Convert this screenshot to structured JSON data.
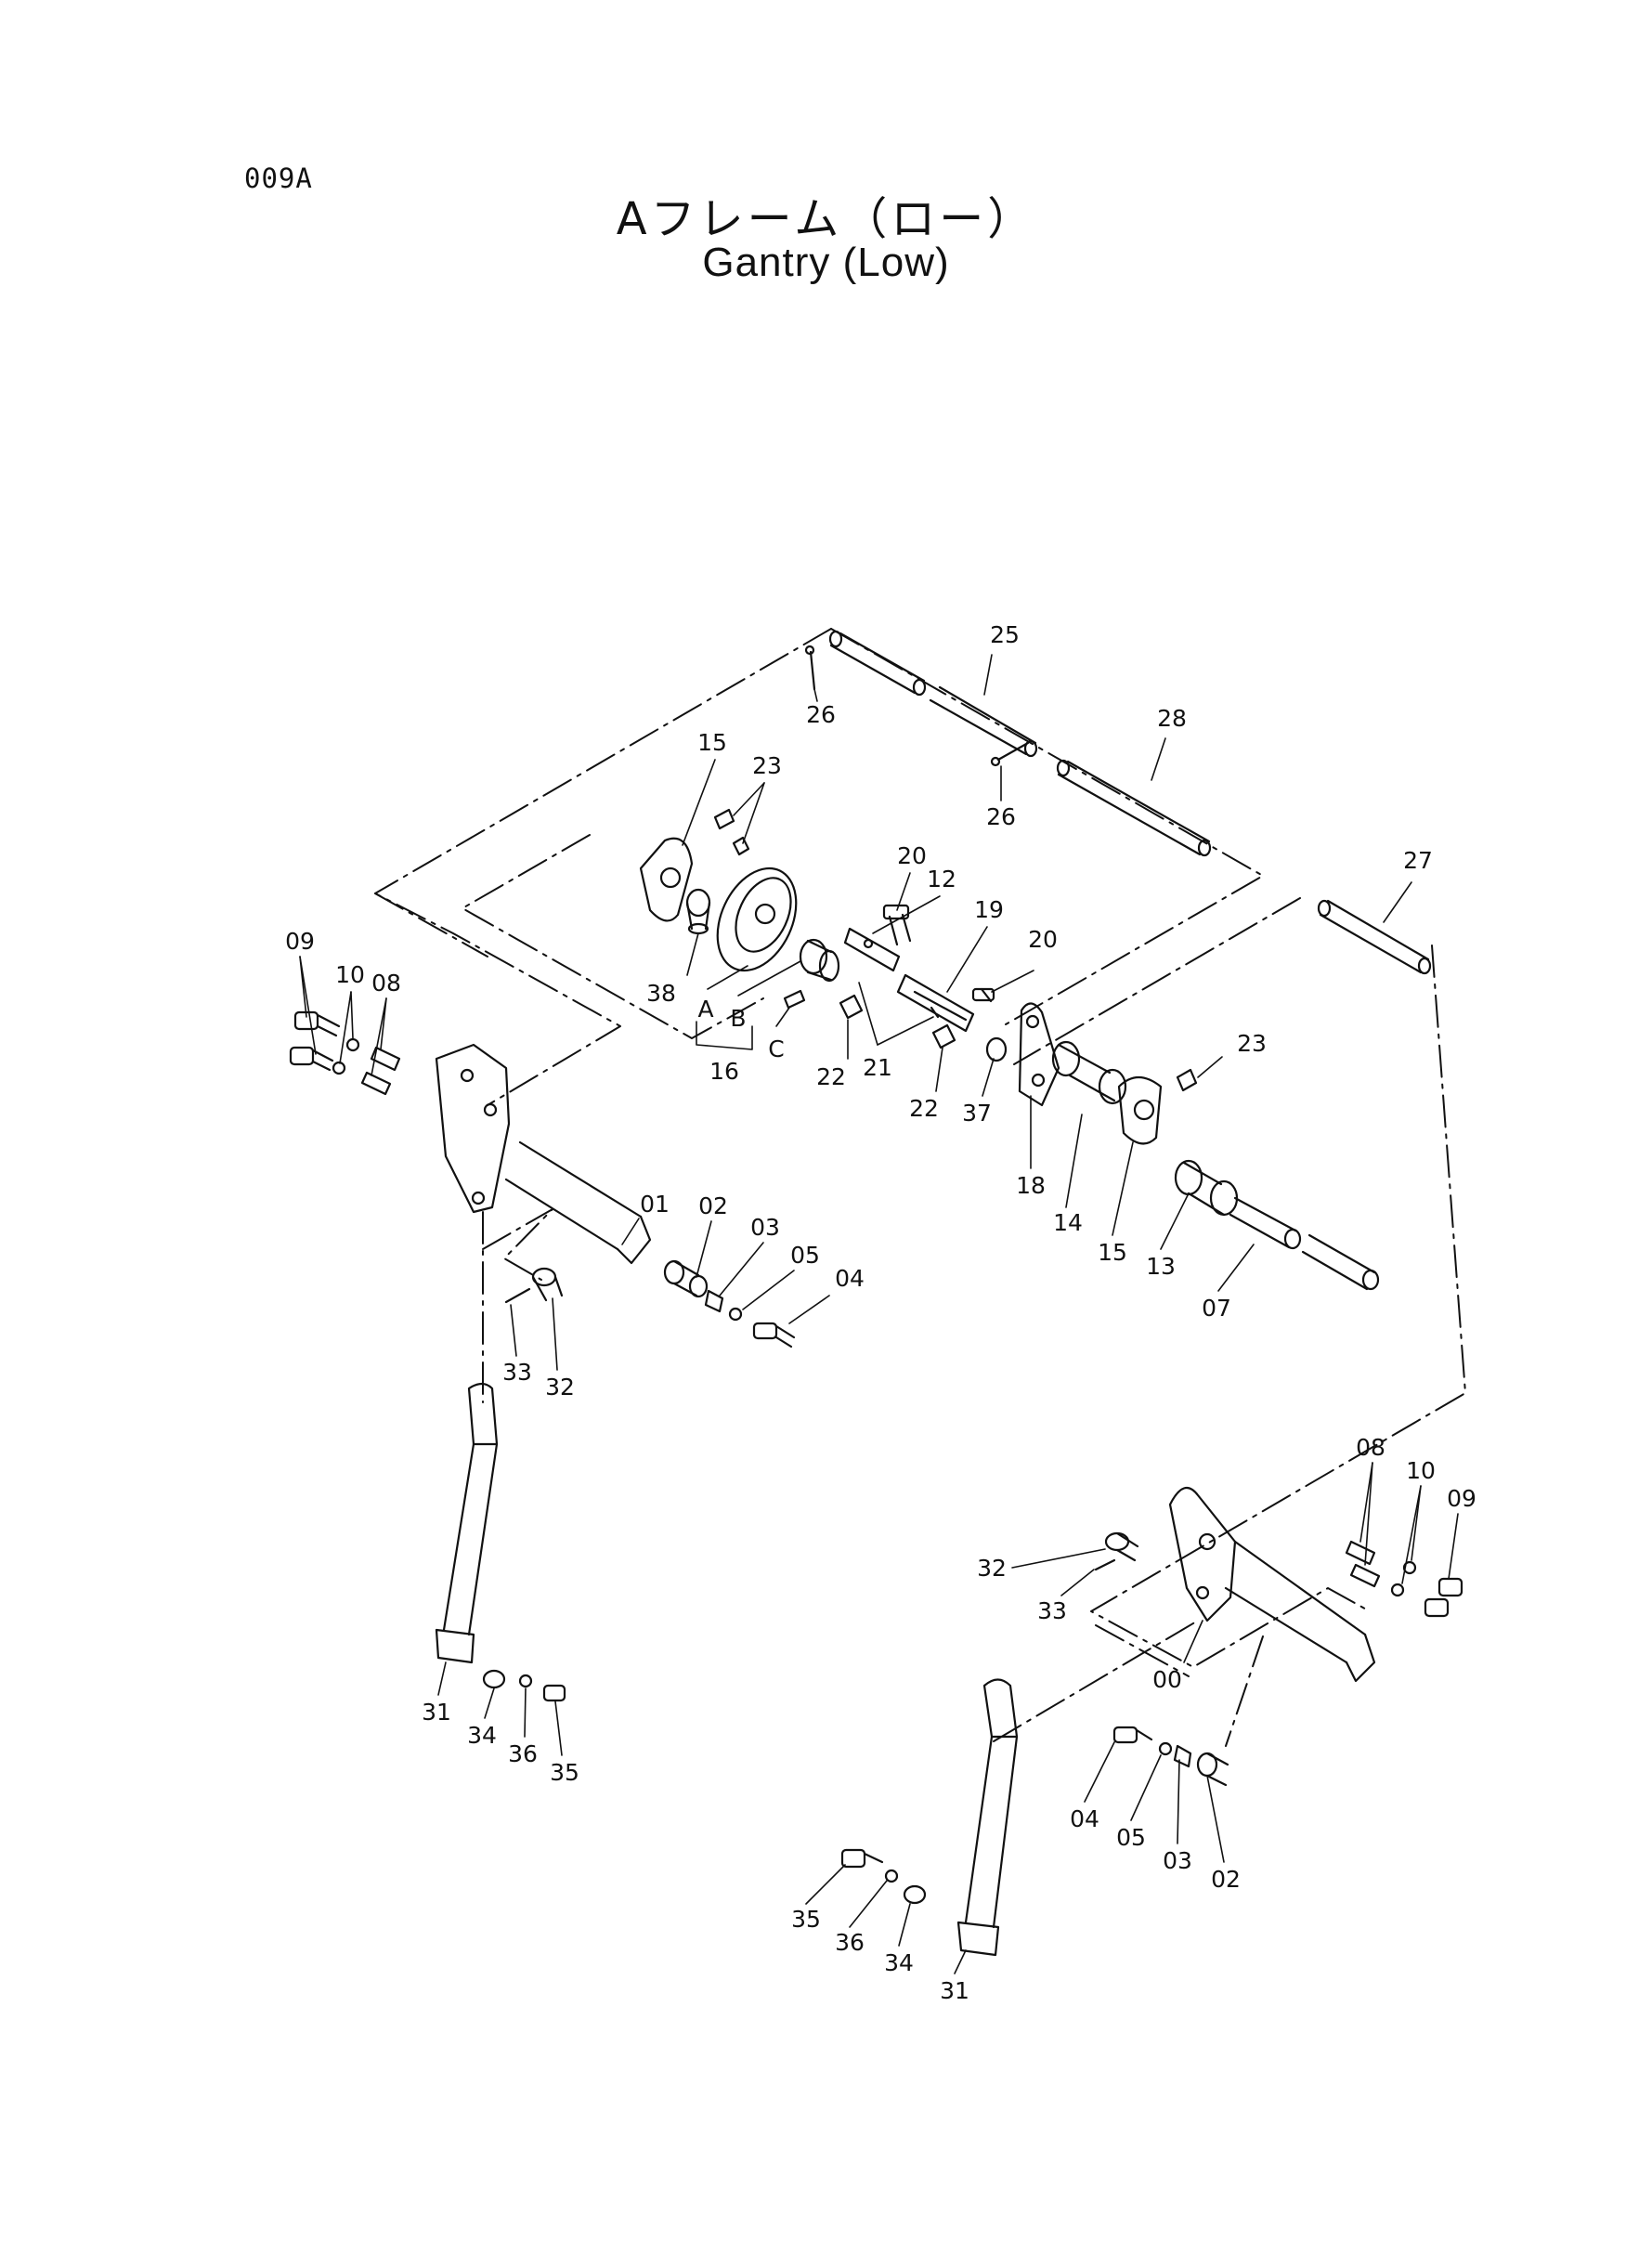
{
  "page": {
    "code": "009A",
    "title_jp": "Aフレーム（ロー）",
    "title_en": "Gantry (Low)"
  },
  "callouts": [
    {
      "id": "c25",
      "text": "25"
    },
    {
      "id": "c26a",
      "text": "26"
    },
    {
      "id": "c28",
      "text": "28"
    },
    {
      "id": "c26b",
      "text": "26"
    },
    {
      "id": "c27",
      "text": "27"
    },
    {
      "id": "c15a",
      "text": "15"
    },
    {
      "id": "c23a",
      "text": "23"
    },
    {
      "id": "c20a",
      "text": "20"
    },
    {
      "id": "c12",
      "text": "12"
    },
    {
      "id": "c19",
      "text": "19"
    },
    {
      "id": "c20b",
      "text": "20"
    },
    {
      "id": "c09a",
      "text": "09"
    },
    {
      "id": "c10a",
      "text": "10"
    },
    {
      "id": "c08a",
      "text": "08"
    },
    {
      "id": "c38",
      "text": "38"
    },
    {
      "id": "cA",
      "text": "A"
    },
    {
      "id": "cB",
      "text": "B"
    },
    {
      "id": "cC",
      "text": "C"
    },
    {
      "id": "c16",
      "text": "16"
    },
    {
      "id": "c22a",
      "text": "22"
    },
    {
      "id": "c21",
      "text": "21"
    },
    {
      "id": "c22b",
      "text": "22"
    },
    {
      "id": "c37",
      "text": "37"
    },
    {
      "id": "c18",
      "text": "18"
    },
    {
      "id": "c14",
      "text": "14"
    },
    {
      "id": "c15b",
      "text": "15"
    },
    {
      "id": "c23b",
      "text": "23"
    },
    {
      "id": "c13",
      "text": "13"
    },
    {
      "id": "c07",
      "text": "07"
    },
    {
      "id": "c01",
      "text": "01"
    },
    {
      "id": "c02a",
      "text": "02"
    },
    {
      "id": "c03a",
      "text": "03"
    },
    {
      "id": "c05a",
      "text": "05"
    },
    {
      "id": "c04a",
      "text": "04"
    },
    {
      "id": "c33a",
      "text": "33"
    },
    {
      "id": "c32a",
      "text": "32"
    },
    {
      "id": "c31a",
      "text": "31"
    },
    {
      "id": "c34a",
      "text": "34"
    },
    {
      "id": "c36a",
      "text": "36"
    },
    {
      "id": "c35a",
      "text": "35"
    },
    {
      "id": "c08b",
      "text": "08"
    },
    {
      "id": "c10b",
      "text": "10"
    },
    {
      "id": "c09b",
      "text": "09"
    },
    {
      "id": "c32b",
      "text": "32"
    },
    {
      "id": "c33b",
      "text": "33"
    },
    {
      "id": "c00",
      "text": "00"
    },
    {
      "id": "c04b",
      "text": "04"
    },
    {
      "id": "c05b",
      "text": "05"
    },
    {
      "id": "c03b",
      "text": "03"
    },
    {
      "id": "c02b",
      "text": "02"
    },
    {
      "id": "c35b",
      "text": "35"
    },
    {
      "id": "c36b",
      "text": "36"
    },
    {
      "id": "c34b",
      "text": "34"
    },
    {
      "id": "c31b",
      "text": "31"
    }
  ]
}
